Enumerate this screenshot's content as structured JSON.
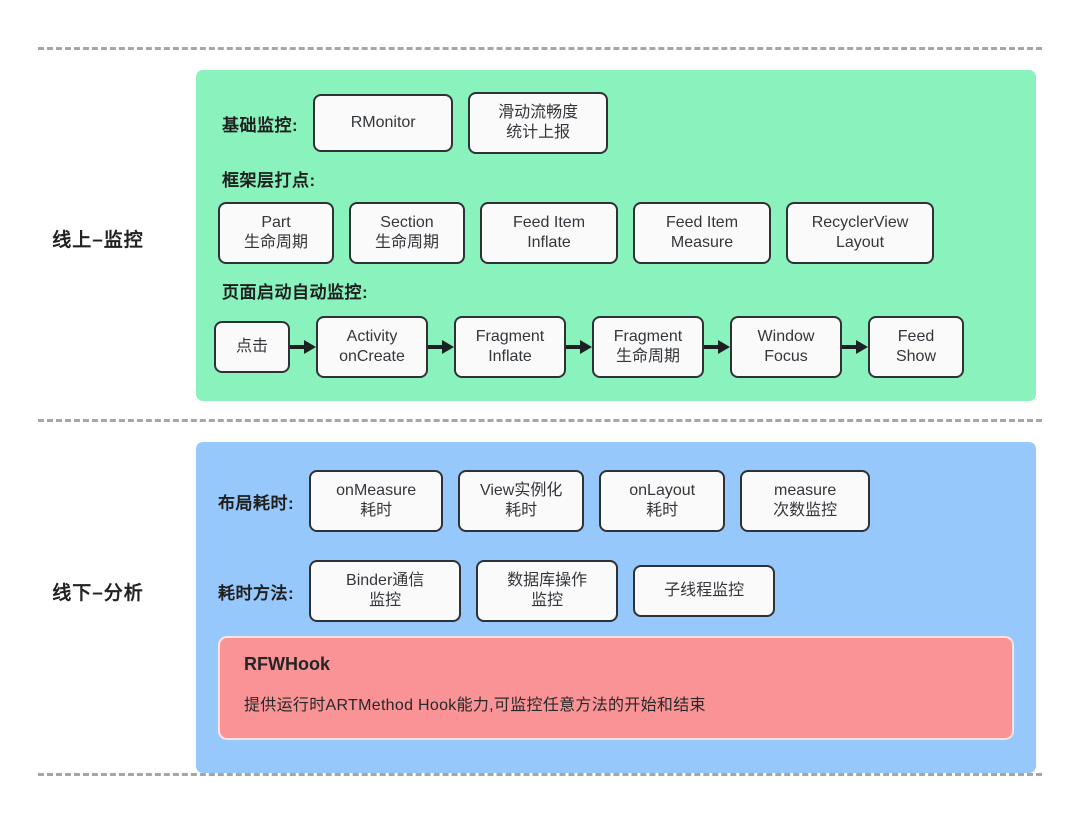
{
  "dividers": {
    "count": 3
  },
  "rows": [
    {
      "id": "online",
      "label": "线上–监控",
      "panel_color": "#8af3bd",
      "groups": [
        {
          "id": "basic-monitor",
          "label": "基础监控:",
          "label_inline": true,
          "items": [
            "RMonitor",
            "滑动流畅度\n统计上报"
          ]
        },
        {
          "id": "framework-tracking",
          "label": "框架层打点:",
          "label_inline": false,
          "items": [
            "Part\n生命周期",
            "Section\n生命周期",
            "Feed Item\nInflate",
            "Feed Item\nMeasure",
            "RecyclerView\nLayout"
          ]
        },
        {
          "id": "page-launch-auto-monitor",
          "label": "页面启动自动监控:",
          "label_inline": false,
          "flow": true,
          "items": [
            "点击",
            "Activity\nonCreate",
            "Fragment\nInflate",
            "Fragment\n生命周期",
            "Window\nFocus",
            "Feed\nShow"
          ]
        }
      ]
    },
    {
      "id": "offline",
      "label": "线下–分析",
      "panel_color": "#96c8fb",
      "groups": [
        {
          "id": "layout-cost",
          "label": "布局耗时:",
          "label_inline": true,
          "items": [
            "onMeasure\n耗时",
            "View实例化\n耗时",
            "onLayout\n耗时",
            "measure\n次数监控"
          ]
        },
        {
          "id": "cost-methods",
          "label": "耗时方法:",
          "label_inline": true,
          "items": [
            "Binder通信\n监控",
            "数据库操作\n监控",
            "子线程监控"
          ]
        }
      ],
      "highlight": {
        "id": "rfwhook",
        "title": "RFWHook",
        "description": "提供运行时ARTMethod Hook能力,可监控任意方法的开始和结束",
        "color": "#fa9396"
      }
    }
  ]
}
